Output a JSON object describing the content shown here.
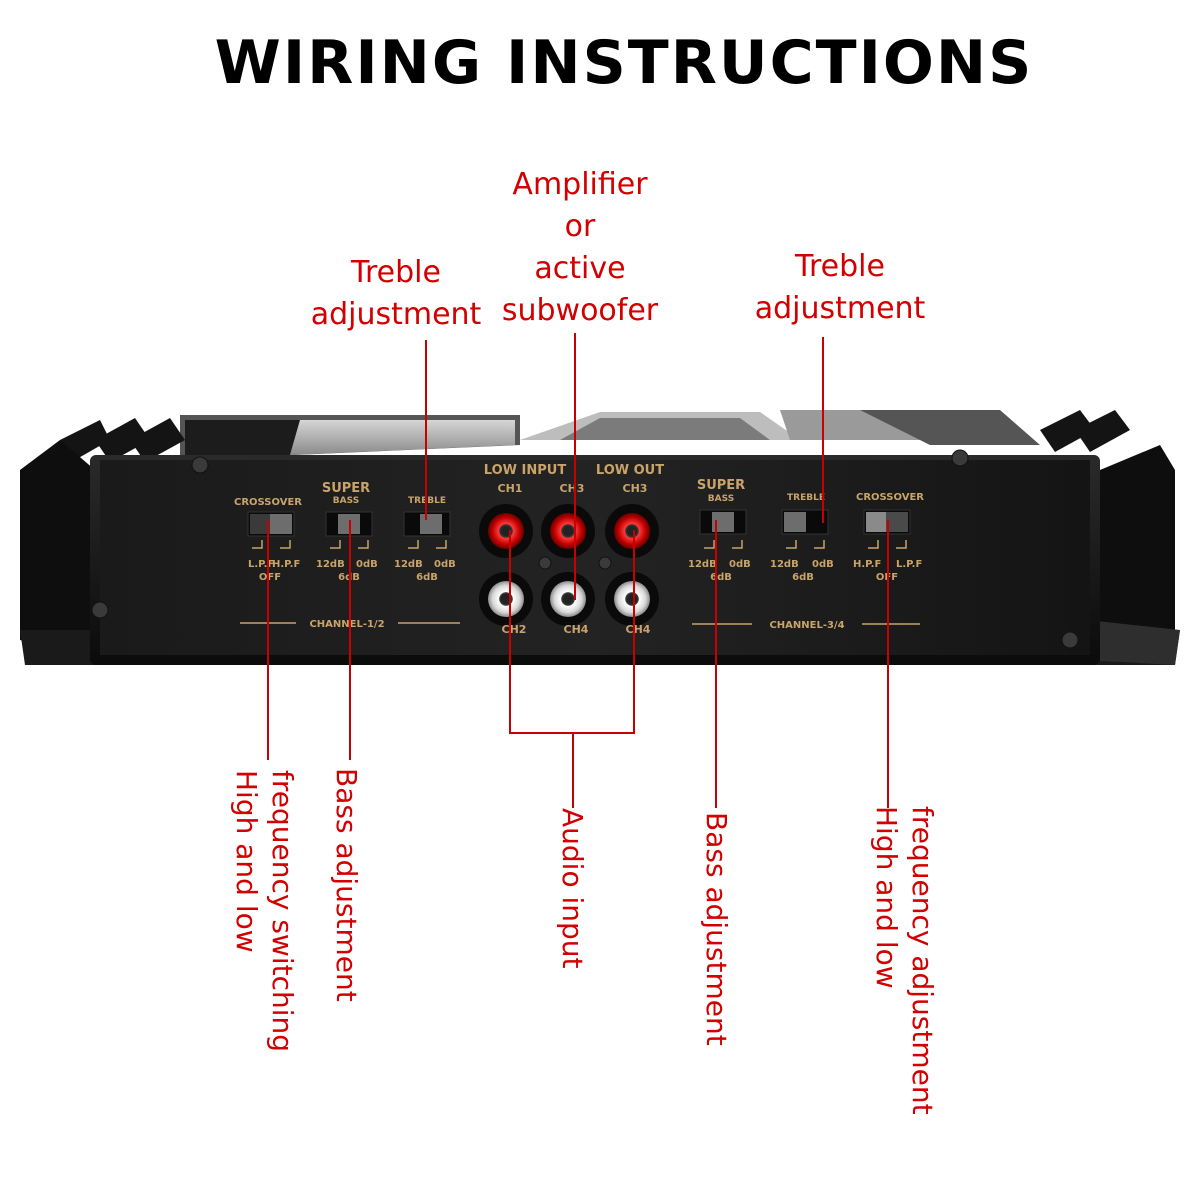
{
  "title": "WIRING INSTRUCTIONS",
  "callouts": {
    "treble_left": [
      "Treble",
      "adjustment"
    ],
    "amp_out": [
      "Amplifier",
      "or",
      "active",
      "subwoofer"
    ],
    "treble_right": [
      "Treble",
      "adjustment"
    ],
    "freq_switch_left": [
      "frequency switching",
      "High and low"
    ],
    "bass_left": "Bass adjustment",
    "audio_input": "Audio input",
    "bass_right": "Bass adjustment",
    "freq_adjust_right": [
      "frequency adjustment",
      "High and low"
    ]
  },
  "panel": {
    "left": {
      "crossover": "CROSSOVER",
      "super": "SUPER",
      "bass": "BASS",
      "treble": "TREBLE",
      "lpf": "L.P.F",
      "hpf": "H.P.F",
      "off": "OFF",
      "db12": "12dB",
      "db0": "0dB",
      "db6": "6dB",
      "channel": "CHANNEL-1/2"
    },
    "center": {
      "low_input": "LOW INPUT",
      "low_out": "LOW OUT",
      "ch1": "CH1",
      "ch3a": "CH3",
      "ch3b": "CH3",
      "ch2": "CH2",
      "ch4a": "CH4",
      "ch4b": "CH4"
    },
    "right": {
      "super": "SUPER",
      "bass": "BASS",
      "treble": "TREBLE",
      "crossover": "CROSSOVER",
      "hpf": "H.P.F",
      "lpf": "L.P.F",
      "off": "OFF",
      "db12": "12dB",
      "db0": "0dB",
      "db6": "6dB",
      "channel": "CHANNEL-3/4"
    }
  },
  "colors": {
    "callout": "#d20000",
    "panel_text": "#c9a36a",
    "rca_red": "#d40000",
    "rca_white": "#f2f2f2"
  }
}
